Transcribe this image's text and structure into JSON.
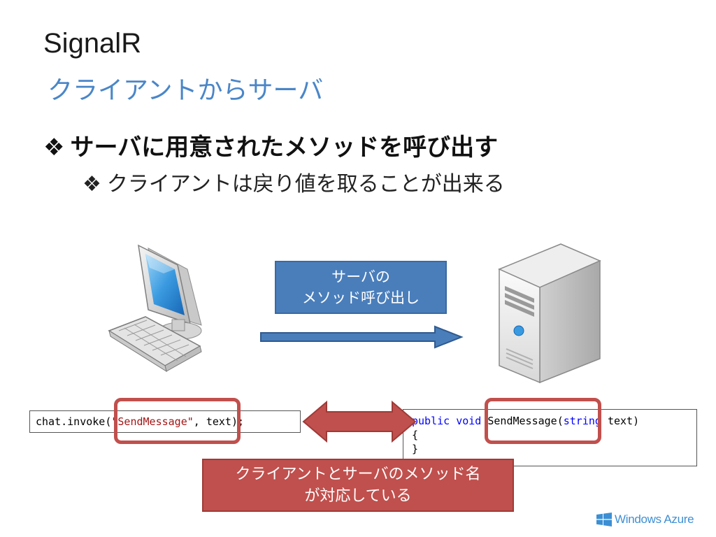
{
  "slide": {
    "title": "SignalR",
    "subtitle": "クライアントからサーバ",
    "bullets": [
      {
        "marker": "❖",
        "text": "サーバに用意されたメソッドを呼び出す"
      },
      {
        "marker": "❖",
        "text": "クライアントは戻り値を取ることが出来る"
      }
    ]
  },
  "diagram": {
    "call_label_line1": "サーバの",
    "call_label_line2": "メソッド呼び出し",
    "client_code": {
      "prefix": "chat.invoke(",
      "method_string": "\"SendMessage\"",
      "suffix": ", text);"
    },
    "server_code": {
      "kw_public": "public",
      "kw_void": "void",
      "method": "SendMessage(",
      "kw_string": "string",
      "param": " text)",
      "line2": "{",
      "line3": "}"
    },
    "note_line1": "クライアントとサーバのメソッド名",
    "note_line2": "が対応している"
  },
  "colors": {
    "accent_blue": "#4a7ebb",
    "accent_red": "#c0504d",
    "subtitle_blue": "#4a86c8"
  },
  "footer": {
    "logo_icon": "windows-logo-icon",
    "logo_text": "Windows Azure"
  }
}
